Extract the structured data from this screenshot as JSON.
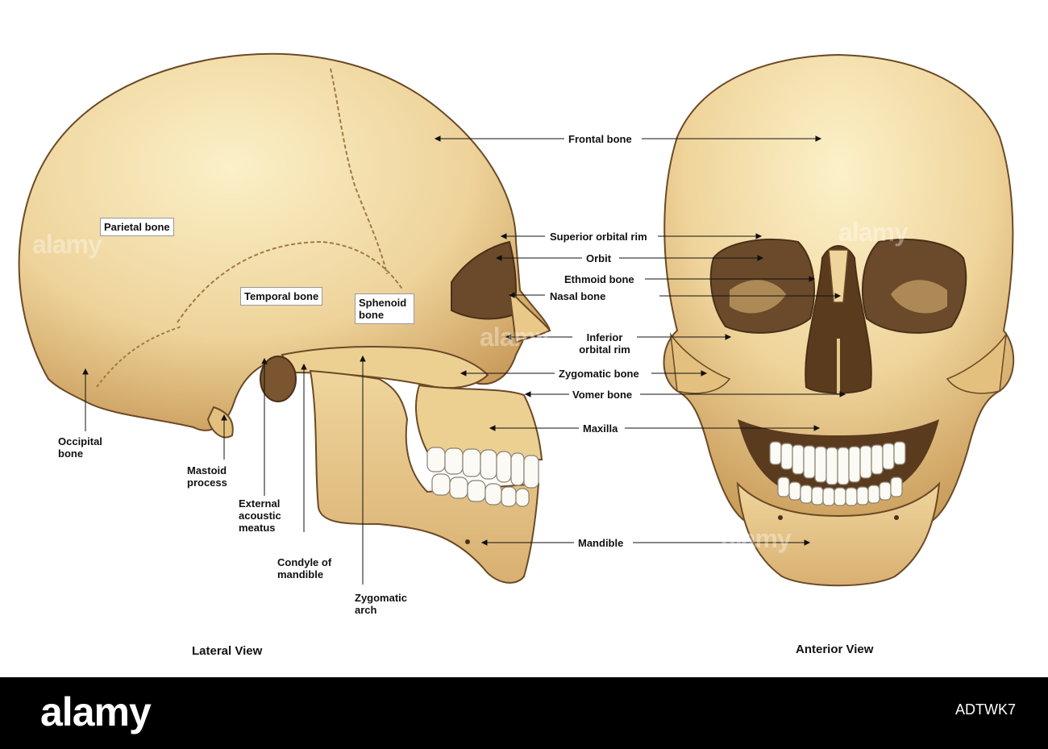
{
  "lateral": {
    "title": "Lateral View",
    "labels": {
      "parietal": "Parietal bone",
      "temporal": "Temporal bone",
      "sphenoid_1": "Sphenoid",
      "sphenoid_2": "bone",
      "occipital_1": "Occipital",
      "occipital_2": "bone",
      "mastoid_1": "Mastoid",
      "mastoid_2": "process",
      "acoustic_1": "External",
      "acoustic_2": "acoustic",
      "acoustic_3": "meatus",
      "condyle_1": "Condyle of",
      "condyle_2": "mandible",
      "zygarch_1": "Zygomatic",
      "zygarch_2": "arch"
    }
  },
  "anterior": {
    "title": "Anterior View"
  },
  "center_labels": {
    "frontal": "Frontal bone",
    "superior_orbital": "Superior orbital rim",
    "orbit": "Orbit",
    "ethmoid": "Ethmoid bone",
    "nasal": "Nasal bone",
    "inferior_1": "Inferior",
    "inferior_2": "orbital rim",
    "zygomatic": "Zygomatic bone",
    "vomer": "Vomer bone",
    "maxilla": "Maxilla",
    "mandible": "Mandible"
  },
  "watermark": "alamy",
  "footer": {
    "logo": "alamy",
    "image_id": "ADTWK7"
  },
  "colors": {
    "bone_light": "#f6e6b4",
    "bone_mid": "#e8c98a",
    "bone_dark": "#b98a4a",
    "outline": "#6b4a26",
    "teeth": "#fbfaf4",
    "background": "#ffffff",
    "footer": "#000000"
  }
}
